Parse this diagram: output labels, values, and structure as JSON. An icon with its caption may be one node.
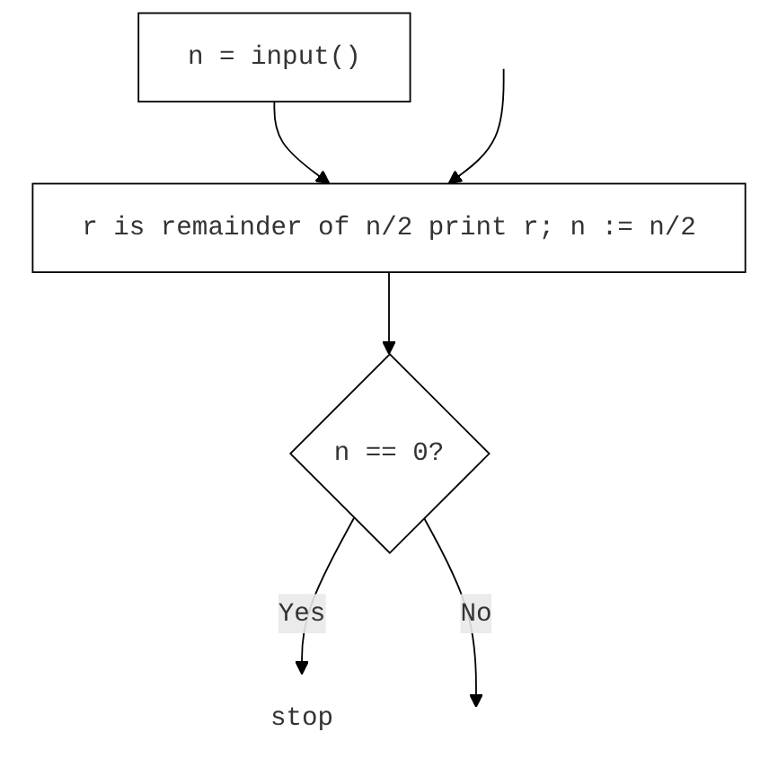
{
  "diagram": {
    "nodes": [
      {
        "text": [
          "n = input()"
        ]
      },
      {
        "text": [
          "r is remainder of n/2 print r; n := n/2"
        ]
      },
      {
        "text": [
          "n == 0?"
        ]
      },
      {
        "text": [
          "stop"
        ]
      }
    ],
    "edges": [
      {
        "from": 0,
        "to": 1,
        "arrow": "to"
      },
      {
        "from": 1,
        "to": 2,
        "arrow": "to"
      },
      {
        "from": 2,
        "to": 3,
        "label": "Yes",
        "arrow": "to"
      },
      {
        "from": 2,
        "to": null,
        "label": "No",
        "arrow": "to"
      },
      {
        "from": null,
        "to": 1,
        "arrow": "to"
      }
    ]
  }
}
